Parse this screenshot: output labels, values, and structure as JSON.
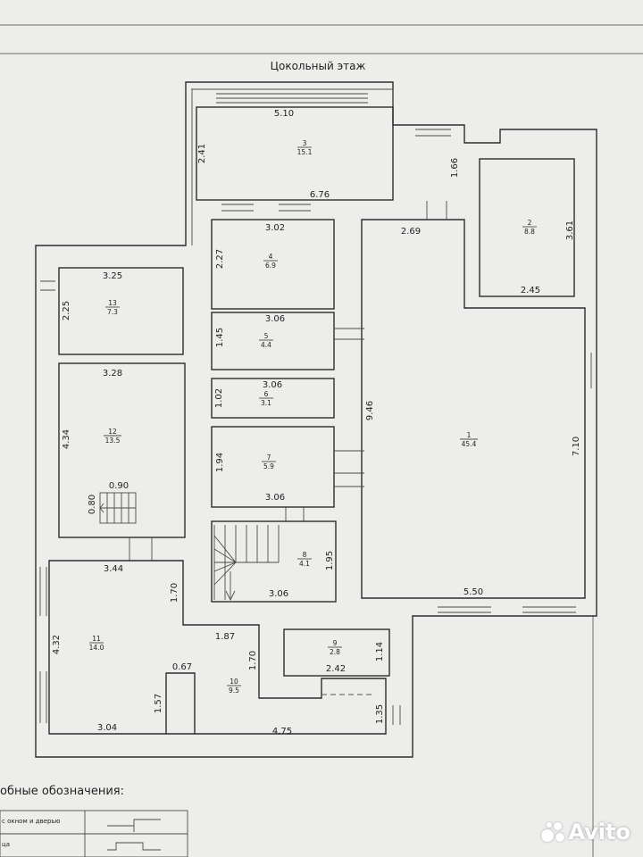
{
  "title": "Цокольный этаж",
  "rooms": [
    {
      "id": "1",
      "number": "1",
      "area": "45.4"
    },
    {
      "id": "2",
      "number": "2",
      "area": "8.8"
    },
    {
      "id": "3",
      "number": "3",
      "area": "15.1"
    },
    {
      "id": "4",
      "number": "4",
      "area": "6.9"
    },
    {
      "id": "5",
      "number": "5",
      "area": "4.4"
    },
    {
      "id": "6",
      "number": "6",
      "area": "3.1"
    },
    {
      "id": "7",
      "number": "7",
      "area": "5.9"
    },
    {
      "id": "8",
      "number": "8",
      "area": "4.1"
    },
    {
      "id": "9",
      "number": "9",
      "area": "2.8"
    },
    {
      "id": "10",
      "number": "10",
      "area": "9.5"
    },
    {
      "id": "11",
      "number": "11",
      "area": "14.0"
    },
    {
      "id": "12",
      "number": "12",
      "area": "13.5"
    },
    {
      "id": "13",
      "number": "13",
      "area": "7.3"
    }
  ],
  "dims": {
    "r3_top": "5.10",
    "r3_left": "2.41",
    "r3_bottom": "6.76",
    "r2_left": "1.66",
    "r2_right": "3.61",
    "r2_bottom": "2.45",
    "r4_top": "3.02",
    "r4_left": "2.27",
    "r5_top": "3.06",
    "r5_left": "1.45",
    "r6_top": "3.06",
    "r6_left": "1.02",
    "r7_left": "1.94",
    "r7_bottom": "3.06",
    "r8_right": "1.95",
    "r8_bottom": "3.06",
    "r1_top": "2.69",
    "r1_left": "9.46",
    "r1_right": "7.10",
    "r1_bottom": "5.50",
    "r13_top": "3.25",
    "r13_left": "2.25",
    "r12_top": "3.28",
    "r12_left": "4.34",
    "stair_w": "0.90",
    "stair_h": "0.80",
    "r11_top": "3.44",
    "r11_right": "1.70",
    "r11_left": "4.32",
    "r11_bottom": "3.04",
    "r10_top": "1.87",
    "r10_mid": "1.70",
    "r10_notch": "0.67",
    "r10_notch_h": "1.57",
    "r10_bottom": "4.75",
    "r9_right": "1.14",
    "r9_bottom": "2.42",
    "entry": "1.35"
  },
  "legend": {
    "title": "обные обозначения:",
    "item1": "с окном и дверью",
    "item2": "ца"
  },
  "watermark": {
    "brand": "Avito"
  }
}
